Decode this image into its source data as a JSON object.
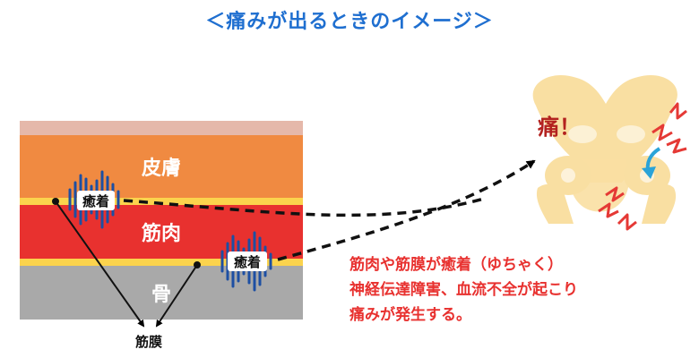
{
  "title": "＜痛みが出るときのイメージ＞",
  "layers": {
    "skin": "皮膚",
    "muscle": "筋肉",
    "bone": "骨"
  },
  "adhesion_tag": "癒着",
  "fascia_label": "筋膜",
  "pain_label": "痛！",
  "description": [
    "筋肉や筋膜が癒着（ゆちゃく）",
    "神経伝達障害、血流不全が起こり",
    "痛みが発生する。"
  ],
  "colors": {
    "title": "#1f6fd0",
    "skin_top": "#e5b8aa",
    "skin": "#f08a41",
    "fascia": "#fbd34d",
    "muscle": "#e8312f",
    "bone": "#a9a9a9",
    "adhesion_wave": "#1d4fa3",
    "description": "#e8312f",
    "pain_text": "#b3221f",
    "pelvis": "#f9dfa2",
    "pain_mark": "#e53935",
    "pain_arrow": "#2aa3d8"
  }
}
